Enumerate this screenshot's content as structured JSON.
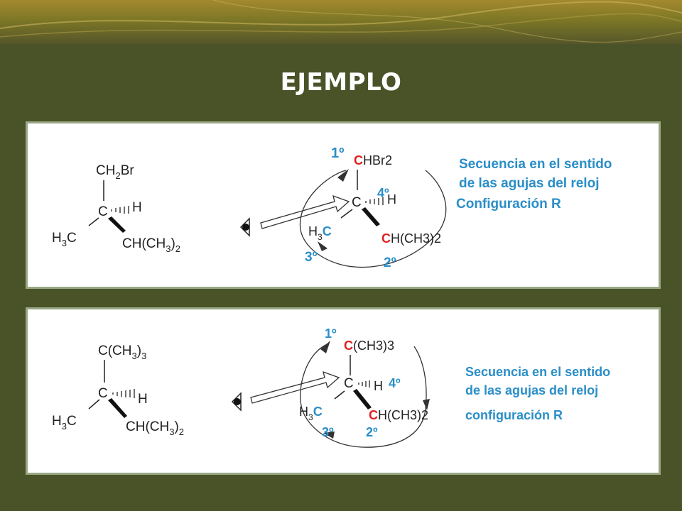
{
  "title": "EJEMPLO",
  "colors": {
    "background": "#4a5228",
    "blue": "#2a8ec8",
    "red": "#e02020",
    "panel_border": "#9aa886"
  },
  "example1": {
    "left": {
      "center": "C",
      "top_group": "CH2Br",
      "wedge_h": "H",
      "left_group": "H3C",
      "bottom_right": "CH(CH3)2"
    },
    "right": {
      "center": "C",
      "top_group_rest": "HBr2",
      "wedge_h": "H",
      "left_group": "H3C",
      "bottom_right_rest": "H(CH3)2",
      "p1": "1º",
      "p2": "2º",
      "p3": "3º",
      "p4": "4º"
    },
    "text": {
      "line1": "Secuencia en el sentido",
      "line2": "de las agujas del reloj",
      "line3": "Configuración R"
    }
  },
  "example2": {
    "left": {
      "center": "C",
      "top_group": "C(CH3)3",
      "wedge_h": "H",
      "left_group": "H3C",
      "bottom_right": "CH(CH3)2"
    },
    "right": {
      "center": "C",
      "top_group_rest": "(CH3)3",
      "wedge_h": "H",
      "left_group": "H3C",
      "bottom_right_rest": "H(CH3)2",
      "p1": "1º",
      "p2": "2º",
      "p3": "3º",
      "p4": "4º"
    },
    "text": {
      "line1": "Secuencia en el sentido",
      "line2": "de las agujas del reloj",
      "line3": "configuración R"
    }
  }
}
